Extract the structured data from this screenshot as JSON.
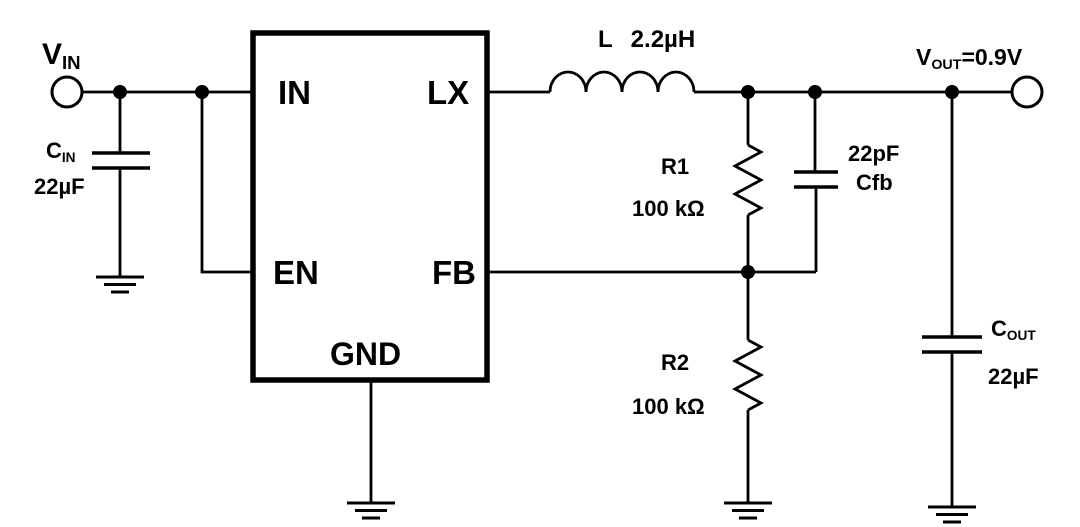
{
  "schematic": {
    "vin_terminal": {
      "symbol": "V",
      "subscript": "IN"
    },
    "vout_terminal": {
      "symbol": "V",
      "subscript": "OUT",
      "value": "=0.9V"
    },
    "ic": {
      "pin_in": "IN",
      "pin_lx": "LX",
      "pin_en": "EN",
      "pin_fb": "FB",
      "pin_gnd": "GND"
    },
    "cin": {
      "symbol": "C",
      "subscript": "IN",
      "value": "22µF"
    },
    "cout": {
      "symbol": "C",
      "subscript": "OUT",
      "value": "22µF"
    },
    "inductor": {
      "designator": "L",
      "value": "2.2µH"
    },
    "r1": {
      "designator": "R1",
      "value": "100 kΩ"
    },
    "r2": {
      "designator": "R2",
      "value": "100 kΩ"
    },
    "cfb": {
      "value": "22pF",
      "designator": "Cfb"
    },
    "colors": {
      "line": "#000000",
      "background": "#ffffff"
    }
  }
}
